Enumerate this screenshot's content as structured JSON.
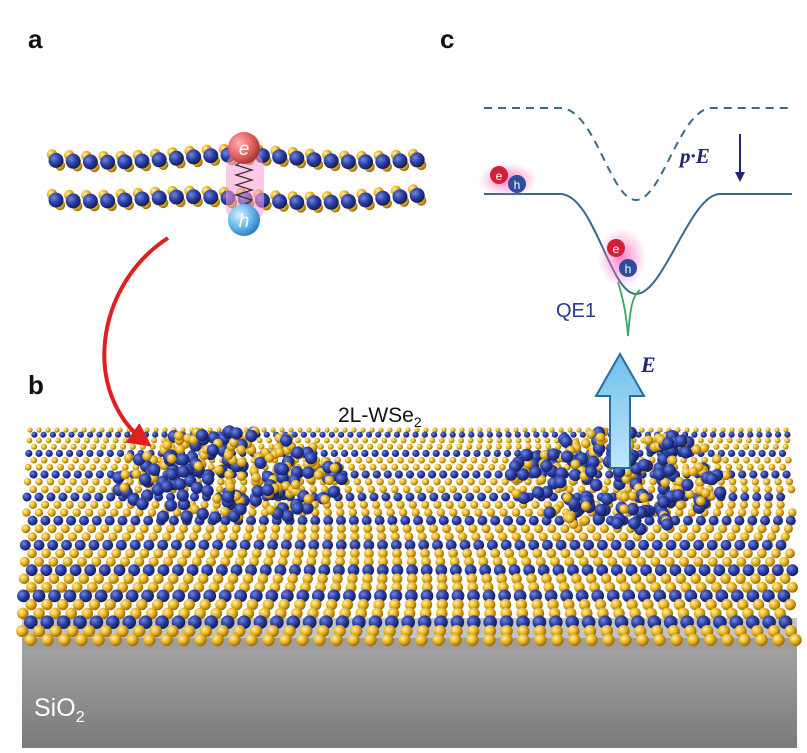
{
  "panels": {
    "a": "a",
    "b": "b",
    "c": "c"
  },
  "exciton": {
    "electron": "e",
    "hole": "h"
  },
  "labels": {
    "bilayer_main": "2L-WSe",
    "bilayer_sub": "2",
    "substrate_main": "SiO",
    "substrate_sub": "2",
    "emitter": "QE1",
    "field": "E",
    "dipole_energy": "p·E"
  },
  "minis": {
    "e": "e",
    "h": "h"
  },
  "colors": {
    "tungsten": "#2c3fa3",
    "selenium": "#e8b320",
    "electron": "#e06060",
    "hole": "#5fb4ea",
    "potential": "#3a6a8a",
    "arrow_red": "#e02020",
    "field_arrow": "#8fd0f0",
    "substrate": "#8a8a8a"
  }
}
